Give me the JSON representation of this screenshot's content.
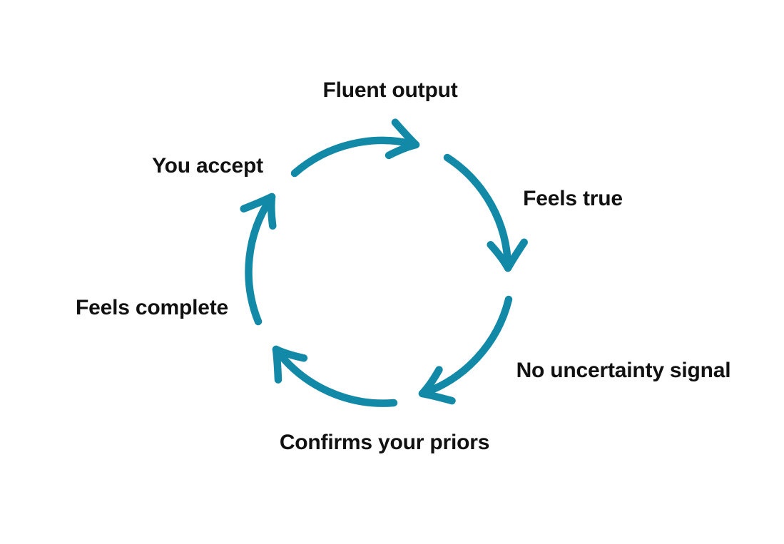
{
  "diagram": {
    "type": "cycle",
    "direction": "clockwise",
    "arrow_color": "#1289A6",
    "text_color": "#111111",
    "background_color": "#FFFFFF",
    "arrow_icon": "curved-arrow-clockwise",
    "arrow_count": 5,
    "nodes": [
      {
        "label": "Fluent output"
      },
      {
        "label": "Feels true"
      },
      {
        "label": "No uncertainty signal"
      },
      {
        "label": "Confirms your priors"
      },
      {
        "label": "Feels complete"
      },
      {
        "label": "You accept"
      }
    ]
  }
}
